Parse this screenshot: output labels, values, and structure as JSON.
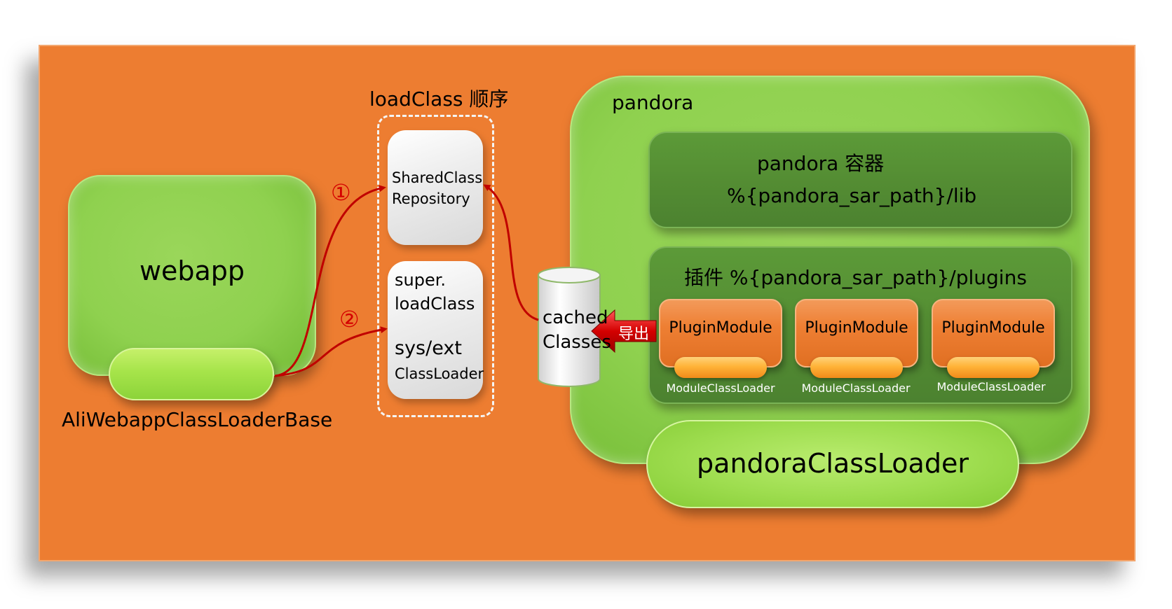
{
  "webapp": {
    "title": "webapp",
    "classloader_label": "AliWebappClassLoaderBase"
  },
  "load_order": {
    "title": "loadClass 顺序",
    "shared_repo": {
      "line1": "SharedClass",
      "line2": "Repository"
    },
    "super_loader": {
      "line1": "super.",
      "line2": "loadClass",
      "line3": "sys/ext",
      "line4": "ClassLoader"
    },
    "step1": "①",
    "step2": "②"
  },
  "cached": {
    "line1": "cached",
    "line2": "Classes"
  },
  "export_label": "导出",
  "pandora": {
    "label": "pandora",
    "container": {
      "title": "pandora 容器",
      "path": "%{pandora_sar_path}/lib"
    },
    "plugins": {
      "title": "插件 %{pandora_sar_path}/plugins",
      "modules": [
        {
          "name": "PluginModule",
          "loader": "ModuleClassLoader"
        },
        {
          "name": "PluginModule",
          "loader": "ModuleClassLoader"
        },
        {
          "name": "PluginModule",
          "loader": "ModuleClassLoader"
        }
      ]
    },
    "classloader_label": "pandoraClassLoader"
  },
  "colors": {
    "background": "#ED7D31",
    "light_green": "#8FD14F",
    "dark_green": "#548D33",
    "arrow_red": "#C00000",
    "card_gray": "#E7E6E6"
  }
}
